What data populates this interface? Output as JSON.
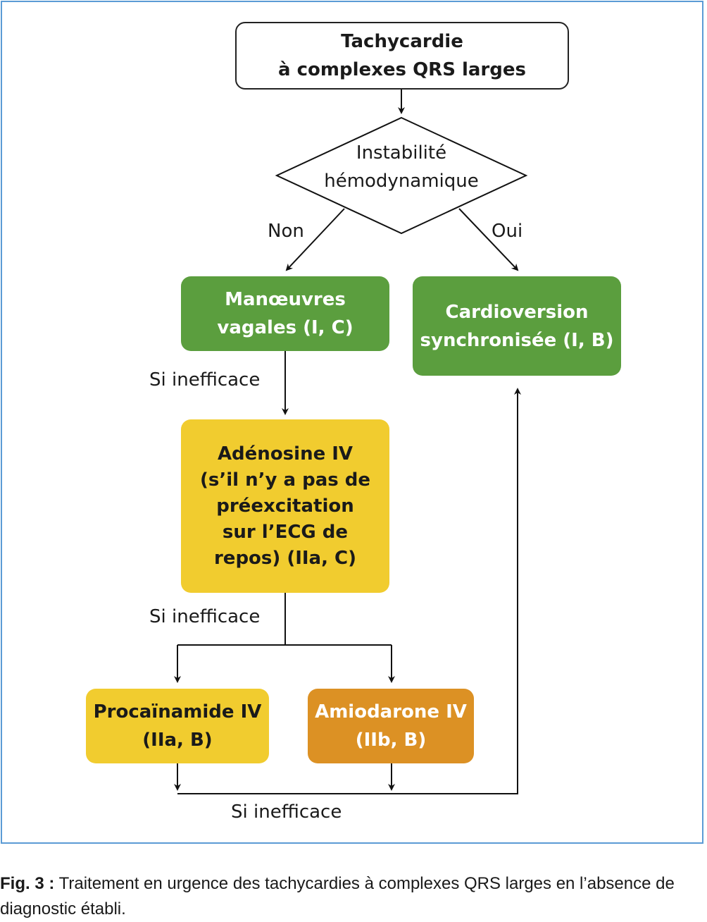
{
  "nodes": {
    "start": "Tachycardie\nà complexes QRS larges",
    "decision": "Instabilité\nhémodynamique",
    "vagal": "Manœuvres\nvagales (I, C)",
    "cardioversion": "Cardioversion\nsynchronisée (I, B)",
    "adenosine": "Adénosine IV\n(s’il n’y a pas de\npréexcitation\nsur l’ECG de\nrepos) (IIa, C)",
    "procainamide": "Procaïnamide IV\n(IIa, B)",
    "amiodarone": "Amiodarone IV\n(IIb, B)"
  },
  "edge_labels": {
    "no": "Non",
    "yes": "Oui",
    "ineffective_1": "Si inefficace",
    "ineffective_2": "Si inefficace",
    "ineffective_3": "Si inefficace"
  },
  "caption": {
    "label": "Fig. 3 :",
    "text": " Traitement en urgence des tachycardies à complexes QRS larges en l’absence de diagnostic établi."
  },
  "colors": {
    "green": "#5b9e3e",
    "yellow": "#f1cc2f",
    "orange": "#dc9124",
    "frame": "#5b9bd5"
  }
}
